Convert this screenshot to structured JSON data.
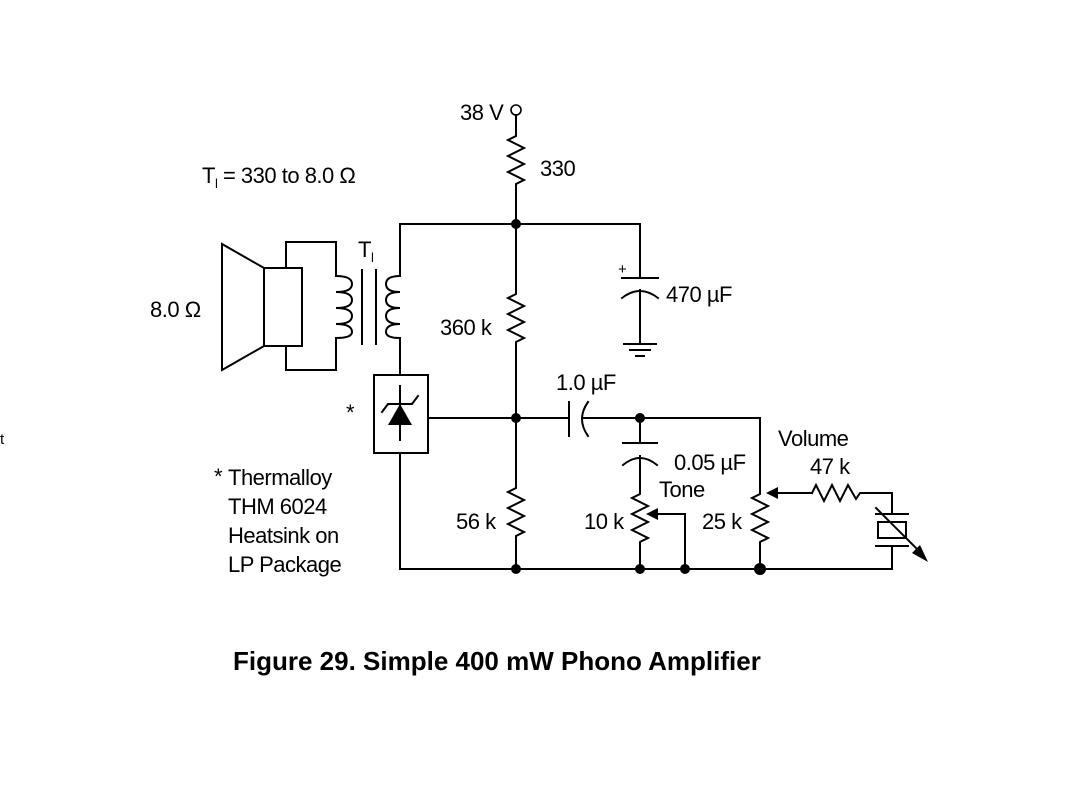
{
  "caption": "Figure 29. Simple 400 mW Phono Amplifier",
  "margin_fragment": "t",
  "supply": {
    "label": "38 V"
  },
  "transformer": {
    "name_main": "T",
    "name_sub": "l",
    "spec_main": "T",
    "spec_sub": "l",
    "spec_rest": " = 330 to 8.0 Ω"
  },
  "speaker": {
    "label": "8.0 Ω"
  },
  "components": {
    "r_supply": "330",
    "r_bias_top": "360 k",
    "r_bias_bottom": "56 k",
    "c_filter": "470 µF",
    "c_filter_polarity": "+",
    "c_coupling": "1.0 µF",
    "c_tone": "0.05 µF",
    "pot_tone_value": "10 k",
    "pot_tone_name": "Tone",
    "pot_volume_value": "25 k",
    "r_volume_name": "Volume",
    "r_volume_value": "47 k"
  },
  "amplifier_marker": "*",
  "footnote": {
    "marker": "*",
    "lines": [
      "Thermalloy",
      "THM 6024",
      "Heatsink on",
      "LP Package"
    ]
  }
}
